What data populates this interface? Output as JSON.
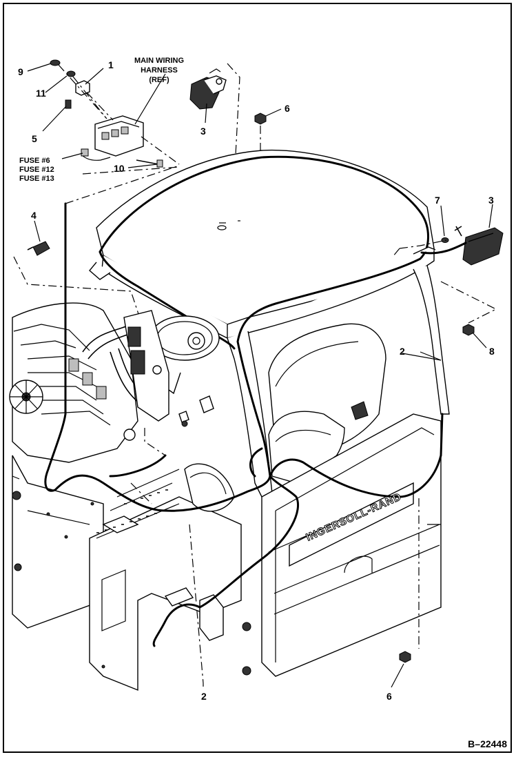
{
  "title_block": {
    "harness_label_line1": "MAIN WIRING",
    "harness_label_line2": "HARNESS",
    "harness_label_line3": "(REF)"
  },
  "fuse_labels": [
    "FUSE #6",
    "FUSE #12",
    "FUSE #13"
  ],
  "callouts": {
    "c1": "1",
    "c2a": "2",
    "c2b": "2",
    "c3a": "3",
    "c3b": "3",
    "c4": "4",
    "c5": "5",
    "c6a": "6",
    "c6b": "6",
    "c7": "7",
    "c8": "8",
    "c9": "9",
    "c10": "10",
    "c11": "11"
  },
  "brand_lettering": "INGERSOLL-RAND",
  "figure_number": "B–22448"
}
